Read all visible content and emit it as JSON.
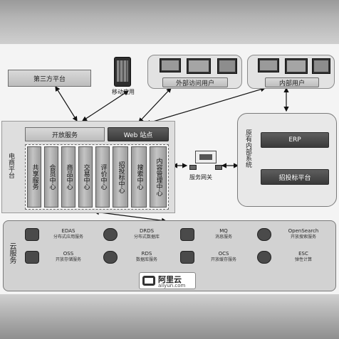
{
  "third_party": "第三方平台",
  "mobile_app": "移动应用",
  "external_users": "外部访问用户",
  "internal_users": "内部用户",
  "open_service": "开放服务",
  "web_site": "Web 站点",
  "ecommerce_platform": "电商平台",
  "centers": [
    "共享服务",
    "会员中心",
    "商品中心",
    "交易中心",
    "评价中心",
    "招投标中心",
    "搜索中心",
    "内容管理中心"
  ],
  "service_gateway": "服务网关",
  "legacy": {
    "title": "原有内部系统",
    "erp": "ERP",
    "bidding": "招投标平台"
  },
  "cloud": {
    "label": "云服务",
    "services": [
      {
        "name": "EDAS",
        "desc": "分布式应用服务",
        "icon": "edas-icon"
      },
      {
        "name": "DRDS",
        "desc": "分布式数据库",
        "icon": "drds-icon"
      },
      {
        "name": "MQ",
        "desc": "消息服务",
        "icon": "mq-icon"
      },
      {
        "name": "OpenSearch",
        "desc": "开放搜索服务",
        "icon": "opensearch-icon"
      },
      {
        "name": "OSS",
        "desc": "开放存储服务",
        "icon": "oss-icon"
      },
      {
        "name": "RDS",
        "desc": "数据库服务",
        "icon": "rds-icon"
      },
      {
        "name": "OCS",
        "desc": "开放缓存服务",
        "icon": "ocs-icon"
      },
      {
        "name": "ESC",
        "desc": "弹性计算",
        "icon": "esc-icon"
      }
    ],
    "brand": "阿里云",
    "brand_url": "aliyun.com"
  }
}
